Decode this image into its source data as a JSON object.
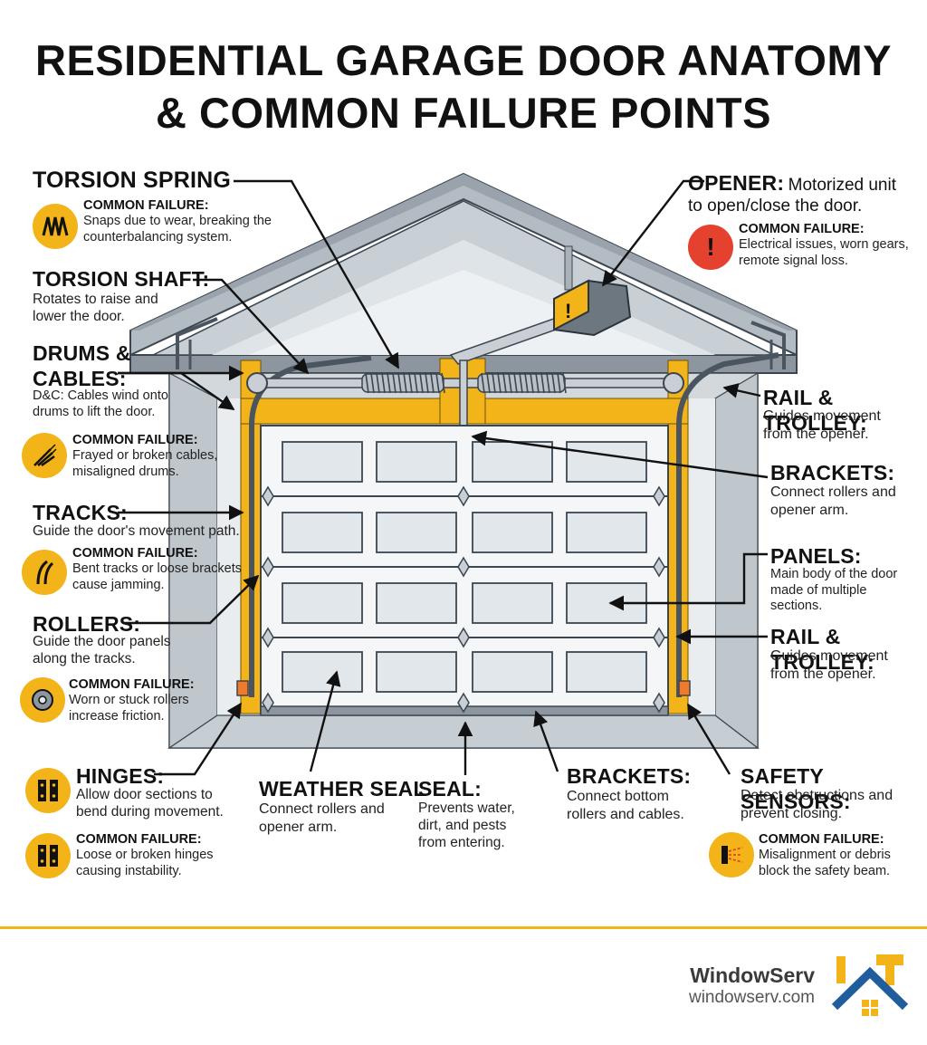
{
  "title": {
    "line1": "RESIDENTIAL GARAGE DOOR ANATOMY",
    "line2": "& COMMON FAILURE POINTS"
  },
  "common_failure_label": "COMMON FAILURE:",
  "labels": {
    "torsion_spring": {
      "title": "TORSION SPRING",
      "failure": "Snaps due to wear, breaking the counterbalancing system."
    },
    "torsion_shaft": {
      "title": "TORSION SHAFT:",
      "desc": "Rotates to raise and lower the door."
    },
    "drums_cables": {
      "title_line1": "DRUMS &",
      "title_line2": "CABLES:",
      "desc": "D&C: Cables wind onto drums to lift the door.",
      "failure": "Frayed or broken cables, misaligned drums."
    },
    "tracks": {
      "title": "TRACKS:",
      "desc": "Guide the door's movement path.",
      "failure": "Bent tracks or loose brackets cause jamming."
    },
    "rollers": {
      "title": "ROLLERS:",
      "desc": "Guide the door panels along the tracks.",
      "failure": "Worn or stuck rollers increase friction."
    },
    "hinges": {
      "title": "HINGES:",
      "desc": "Allow door sections to bend during movement.",
      "failure": "Loose or broken hinges causing instability."
    },
    "weather_seal": {
      "title": "WEATHER SEAL",
      "desc": "Connect rollers and opener arm."
    },
    "seal": {
      "title": "SEAL:",
      "desc": "Prevents water, dirt, and pests from entering."
    },
    "brackets_bottom": {
      "title": "BRACKETS:",
      "desc": "Connect bottom rollers and cables."
    },
    "safety_sensors": {
      "title": "SAFETY SENSORS:",
      "desc": "Detect obstructions and prevent closing.",
      "failure": "Misalignment or debris block the safety beam."
    },
    "opener": {
      "title": "OPENER:",
      "desc": "Motorized unit to open/close the door.",
      "failure": "Electrical issues, worn gears, remote signal loss."
    },
    "rail_trolley_top": {
      "title": "RAIL & TROLLEY:",
      "desc": "Guides movement from the opener."
    },
    "brackets_right": {
      "title": "BRACKETS:",
      "desc": "Connect rollers and opener arm."
    },
    "panels": {
      "title": "PANELS:",
      "desc": "Main body of the door made of multiple sections."
    },
    "rail_trolley_mid": {
      "title": "RAIL & TROLLEY:",
      "desc": "Guides movement from the opener."
    }
  },
  "icons": {
    "spring": "spring-icon",
    "cable": "cable-icon",
    "track": "track-icon",
    "roller": "roller-icon",
    "hinge": "hinge-icon",
    "sensor": "sensor-icon",
    "warning": "warning-icon"
  },
  "colors": {
    "accent": "#f2b418",
    "warning": "#e4422e",
    "frame": "#4a5560",
    "wall": "#c5cbd0"
  },
  "brand": {
    "name": "WindowServ",
    "url": "windowserv.com"
  }
}
